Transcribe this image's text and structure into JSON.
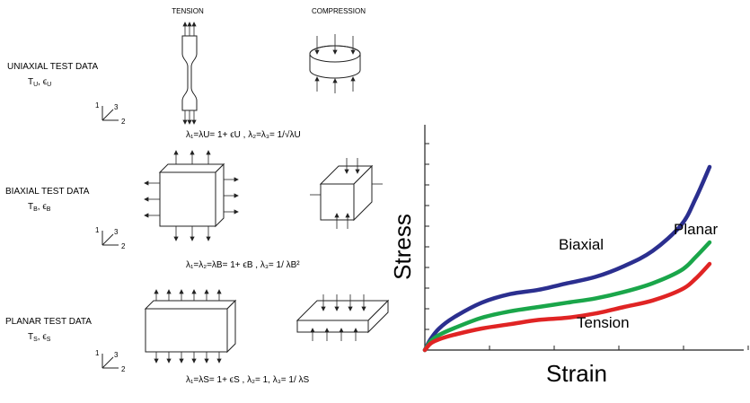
{
  "headers": {
    "tension": "TENSION",
    "compression": "COMPRESSION"
  },
  "sections": [
    {
      "title": "UNIAXIAL TEST DATA",
      "sym_a": "T",
      "sub_a": "U",
      "sym_b": "ϵ",
      "sub_b": "U"
    },
    {
      "title": "BIAXIAL TEST DATA",
      "sym_a": "T",
      "sub_a": "B",
      "sym_b": "ϵ",
      "sub_b": "B"
    },
    {
      "title": "PLANAR TEST DATA",
      "sym_a": "T",
      "sub_a": "S",
      "sym_b": "ϵ",
      "sub_b": "S"
    }
  ],
  "axes_labels": {
    "one": "1",
    "two": "2",
    "three": "3"
  },
  "equations": {
    "uniaxial": "λ₁=λU= 1+ ϵU , λ₂=λ₃= 1/√λU",
    "biaxial": "λ₁=λ₂=λB= 1+ ϵB , λ₃= 1/ λB²",
    "planar": "λ₁=λS= 1+ ϵS , λ₂= 1, λ₃= 1/ λS"
  },
  "chart_data": {
    "type": "line",
    "xlabel": "Strain",
    "ylabel": "Stress",
    "xlim": [
      0,
      1
    ],
    "ylim": [
      0,
      1
    ],
    "grid": false,
    "series": [
      {
        "name": "Biaxial",
        "color": "#2b2f8f",
        "x": [
          0,
          0.02,
          0.05,
          0.1,
          0.2,
          0.3,
          0.4,
          0.5,
          0.6,
          0.7,
          0.8,
          0.9,
          0.95,
          1.0
        ],
        "y": [
          0,
          0.05,
          0.1,
          0.15,
          0.22,
          0.26,
          0.28,
          0.31,
          0.34,
          0.39,
          0.46,
          0.58,
          0.7,
          0.85
        ]
      },
      {
        "name": "Planar",
        "color": "#1aa64a",
        "x": [
          0,
          0.02,
          0.05,
          0.1,
          0.2,
          0.3,
          0.4,
          0.5,
          0.6,
          0.7,
          0.8,
          0.9,
          0.95,
          1.0
        ],
        "y": [
          0,
          0.04,
          0.07,
          0.1,
          0.15,
          0.18,
          0.2,
          0.22,
          0.24,
          0.27,
          0.31,
          0.37,
          0.43,
          0.5
        ]
      },
      {
        "name": "Tension",
        "color": "#e02424",
        "x": [
          0,
          0.02,
          0.05,
          0.1,
          0.2,
          0.3,
          0.4,
          0.5,
          0.6,
          0.7,
          0.8,
          0.9,
          0.95,
          1.0
        ],
        "y": [
          0,
          0.03,
          0.05,
          0.07,
          0.1,
          0.12,
          0.14,
          0.15,
          0.17,
          0.2,
          0.23,
          0.28,
          0.33,
          0.4
        ]
      }
    ]
  }
}
